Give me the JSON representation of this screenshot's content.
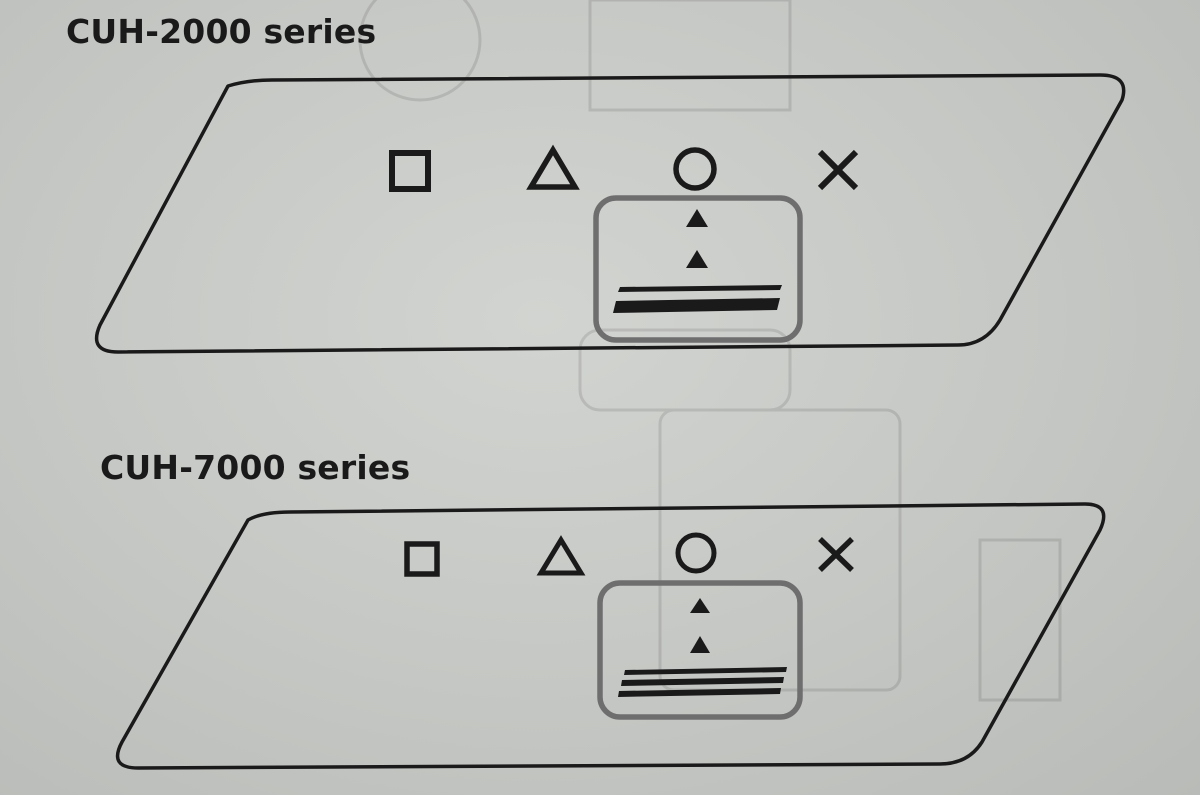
{
  "panels": [
    {
      "series_title": "CUH-2000 series",
      "buttons": [
        "square",
        "triangle",
        "circle",
        "cross"
      ],
      "indicator": {
        "arrows": 2,
        "lines": 2
      }
    },
    {
      "series_title": "CUH-7000 series",
      "buttons": [
        "square",
        "triangle",
        "circle",
        "cross"
      ],
      "indicator": {
        "arrows": 2,
        "lines": 3
      }
    }
  ],
  "colors": {
    "ink": "#1a1a1a",
    "indicator_frame": "#6e6e6e",
    "paper": "#c8cac7"
  }
}
